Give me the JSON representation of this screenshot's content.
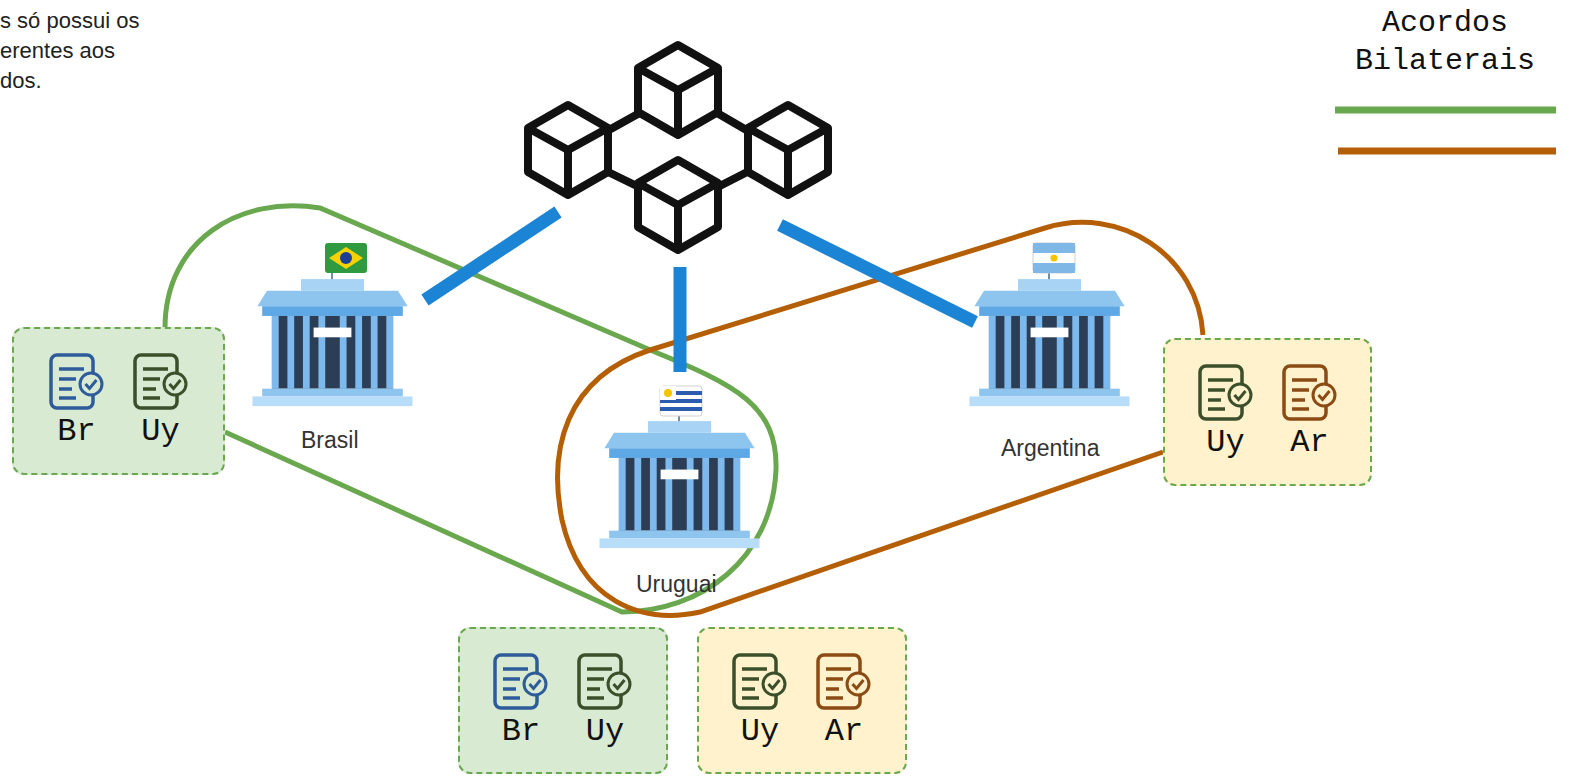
{
  "diagram": {
    "nodes": [
      {
        "text": [
          "Brasil"
        ]
      },
      {
        "text": [
          "Argentina"
        ]
      },
      {
        "text": [
          "Uruguai"
        ]
      },
      {
        "text": [
          "Br",
          "Uy"
        ]
      },
      {
        "text": [
          "Uy",
          "Ar"
        ]
      },
      {
        "text": [
          "Br",
          "Uy"
        ]
      },
      {
        "text": [
          "Uy",
          "Ar"
        ]
      }
    ],
    "labels": [
      "s só possui os erentes aos dos.",
      "Acordos Bilaterais"
    ]
  }
}
